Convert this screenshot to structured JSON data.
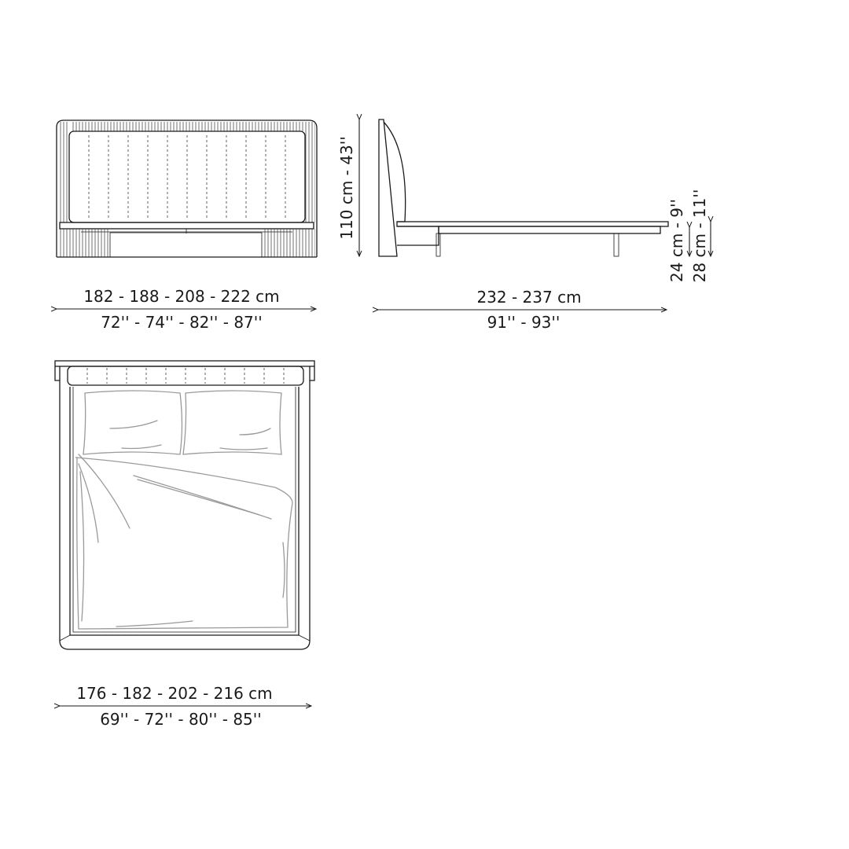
{
  "front_view": {
    "width_cm": "182 - 188 - 208 - 222 cm",
    "width_in": "72'' - 74'' - 82'' - 87''"
  },
  "side_view": {
    "height_label": "110 cm - 43''",
    "length_cm": "232 - 237 cm",
    "length_in": "91'' - 93''",
    "frame_height_1": "24 cm - 9''",
    "frame_height_2": "28 cm - 11''"
  },
  "top_view": {
    "width_cm": "176 - 182 - 202 - 216 cm",
    "width_in": "69'' - 72'' - 80'' - 85''"
  }
}
